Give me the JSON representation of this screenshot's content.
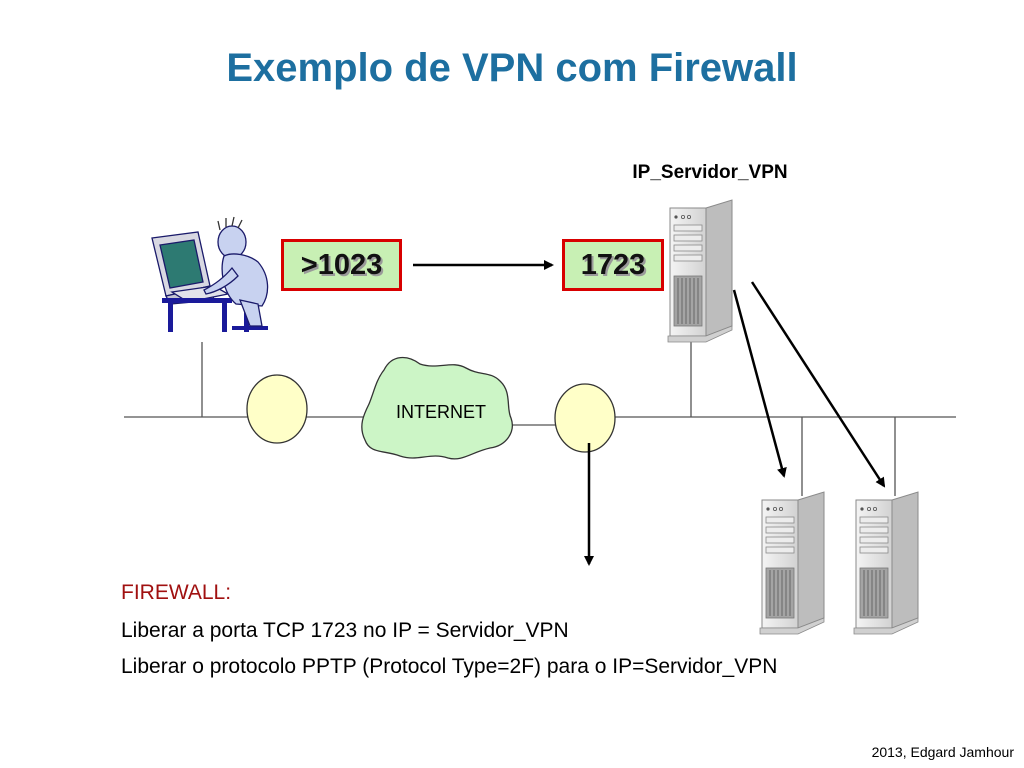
{
  "title": "Exemplo de VPN com Firewall",
  "server_label": "IP_Servidor_VPN",
  "ports": {
    "source": ">1023",
    "destination": "1723"
  },
  "cloud_label": "INTERNET",
  "firewall": {
    "heading": "FIREWALL:",
    "rules": [
      "Liberar a porta TCP 1723 no IP = Servidor_VPN",
      "Liberar o protocolo PPTP (Protocol Type=2F) para o IP=Servidor_VPN"
    ]
  },
  "footer": "2013, Edgard Jamhour",
  "colors": {
    "title": "#1d6fa0",
    "port_box_fill": "#c8f0b4",
    "port_box_border": "#d80000",
    "cloud_fill": "#ccf5c6",
    "router_fill": "#ffffc8",
    "firewall_heading": "#a01010"
  },
  "icons": [
    "user-at-computer-icon",
    "server-tower-icon",
    "router-node-icon",
    "internet-cloud-icon"
  ]
}
